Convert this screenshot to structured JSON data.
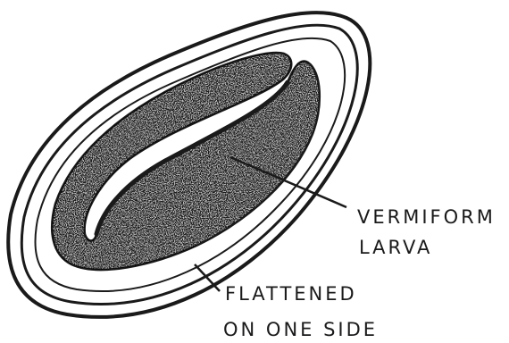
{
  "diagram": {
    "labels": {
      "larva_line1": "VERMIFORM",
      "larva_line2": "LARVA",
      "side_line1": "FLATTENED",
      "side_line2": "ON ONE SIDE"
    },
    "colors": {
      "ink": "#1a1a1a",
      "paper": "#ffffff"
    }
  }
}
